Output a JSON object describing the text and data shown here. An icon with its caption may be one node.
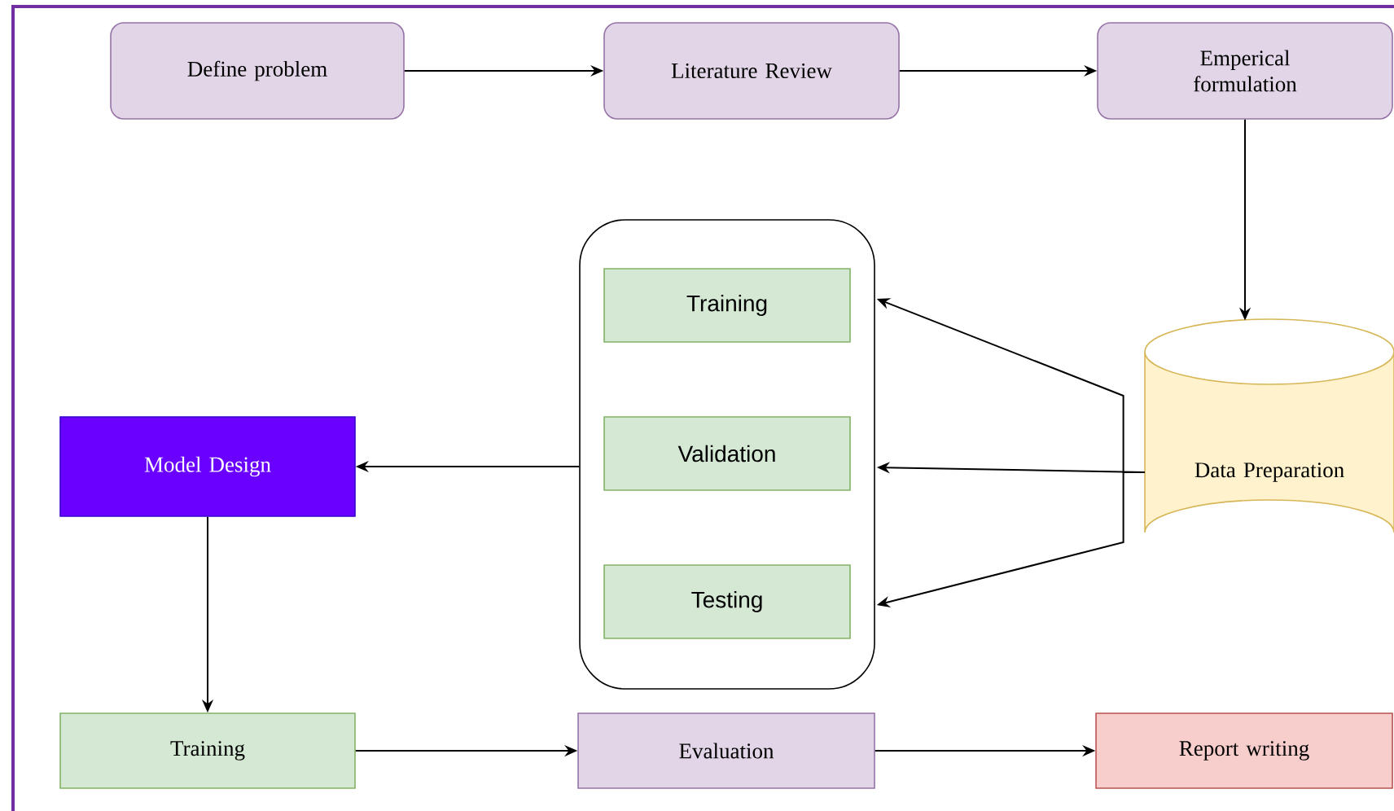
{
  "diagram": {
    "nodes": [
      {
        "text": [
          "Define problem"
        ]
      },
      {
        "text": [
          "Literature Review"
        ]
      },
      {
        "text": [
          "Emperical formulation"
        ]
      },
      {
        "text": [],
        "shape": "box"
      },
      {
        "text": [
          "Training"
        ],
        "in": 3
      },
      {
        "text": [
          "Validation"
        ],
        "in": 3
      },
      {
        "text": [
          "Testing"
        ],
        "in": 3
      },
      {
        "text": [
          "Data Preparation"
        ]
      },
      {
        "text": [
          "Model Design"
        ]
      },
      {
        "text": [
          "Training"
        ]
      },
      {
        "text": [
          "Evaluation"
        ]
      },
      {
        "text": [
          "Report writing"
        ]
      }
    ],
    "edges": [
      {
        "from": 0,
        "to": 1,
        "arrow": "to"
      },
      {
        "from": 1,
        "to": 2,
        "arrow": "to"
      },
      {
        "from": 2,
        "to": 7,
        "arrow": "to"
      },
      {
        "from": 7,
        "to": 4,
        "arrow": "to"
      },
      {
        "from": 7,
        "to": 5,
        "arrow": "to"
      },
      {
        "from": 7,
        "to": 6,
        "arrow": "to"
      },
      {
        "from": 3,
        "to": 8,
        "arrow": "to"
      },
      {
        "from": 8,
        "to": 9,
        "arrow": "to"
      },
      {
        "from": 9,
        "to": 10,
        "arrow": "to"
      },
      {
        "from": 10,
        "to": 11,
        "arrow": "to"
      }
    ]
  }
}
